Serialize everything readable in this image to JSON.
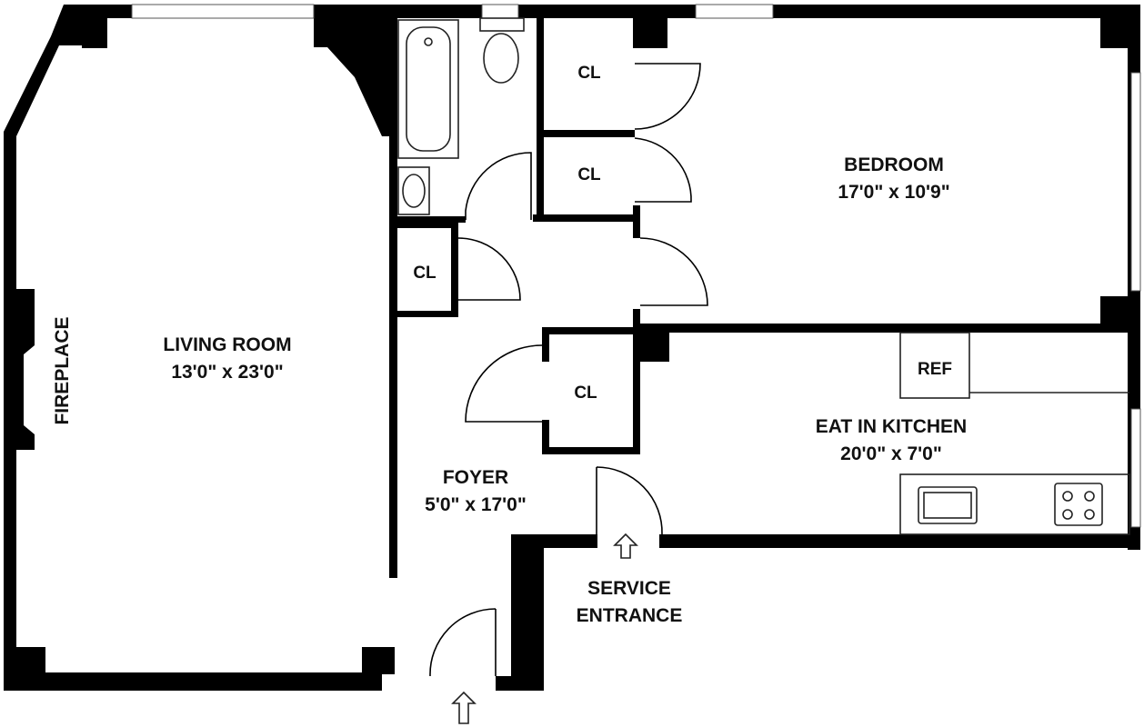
{
  "rooms": {
    "living_room": {
      "name": "LIVING ROOM",
      "dimensions": "13'0\" x 23'0\""
    },
    "bedroom": {
      "name": "BEDROOM",
      "dimensions": "17'0\" x 10'9\""
    },
    "foyer": {
      "name": "FOYER",
      "dimensions": "5'0\" x 17'0\""
    },
    "kitchen": {
      "name": "EAT IN KITCHEN",
      "dimensions": "20'0\" x 7'0\""
    }
  },
  "labels": {
    "fireplace": "FIREPLACE",
    "closet": "CL",
    "refrigerator": "REF",
    "service_entrance_line1": "SERVICE",
    "service_entrance_line2": "ENTRANCE"
  }
}
